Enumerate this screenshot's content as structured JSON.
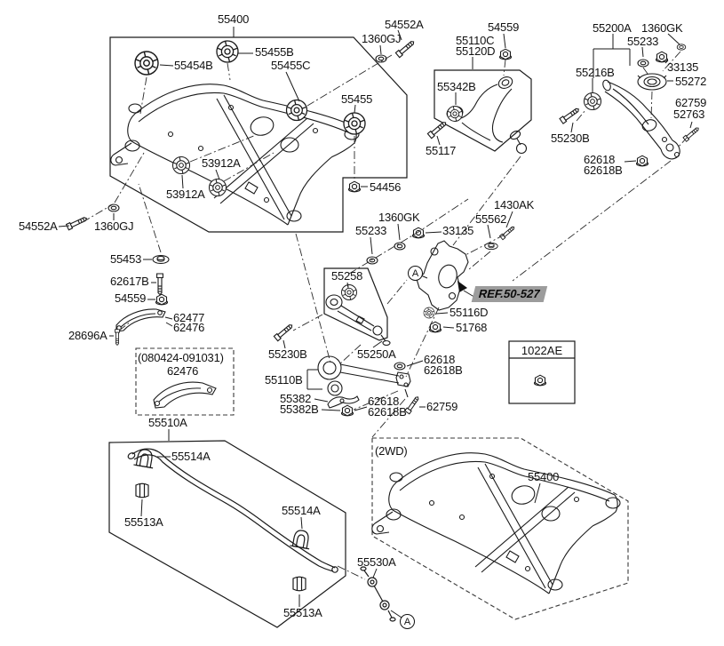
{
  "diagram": {
    "type": "suspension-rear-parts-diagram",
    "colors": {
      "line": "#1a1a1a",
      "background": "#ffffff",
      "ref_highlight": "#9c9c9c"
    },
    "detail_box_code": "1022AE",
    "ref_callout": "REF.50-527",
    "circle_callout": "A",
    "variant_label": "(2WD)",
    "date_range_label": "(080424-091031)"
  },
  "labels": [
    {
      "id": "55400-main",
      "text": "55400"
    },
    {
      "id": "55455B",
      "text": "55455B"
    },
    {
      "id": "55454B",
      "text": "55454B"
    },
    {
      "id": "55455C",
      "text": "55455C"
    },
    {
      "id": "54552A-top",
      "text": "54552A"
    },
    {
      "id": "1360GJ-top",
      "text": "1360GJ"
    },
    {
      "id": "54559-top",
      "text": "54559"
    },
    {
      "id": "55110C",
      "text": "55110C"
    },
    {
      "id": "55120D",
      "text": "55120D"
    },
    {
      "id": "55342B",
      "text": "55342B"
    },
    {
      "id": "55117",
      "text": "55117"
    },
    {
      "id": "55200A",
      "text": "55200A"
    },
    {
      "id": "1360GK-top",
      "text": "1360GK"
    },
    {
      "id": "55233-top",
      "text": "55233"
    },
    {
      "id": "33135-top",
      "text": "33135"
    },
    {
      "id": "55216B",
      "text": "55216B"
    },
    {
      "id": "55272",
      "text": "55272"
    },
    {
      "id": "62759-right",
      "text": "62759"
    },
    {
      "id": "52763",
      "text": "52763"
    },
    {
      "id": "55230B-right",
      "text": "55230B"
    },
    {
      "id": "62618-right",
      "text": "62618"
    },
    {
      "id": "62618B-right",
      "text": "62618B"
    },
    {
      "id": "55455",
      "text": "55455"
    },
    {
      "id": "53912A-1",
      "text": "53912A"
    },
    {
      "id": "53912A-2",
      "text": "53912A"
    },
    {
      "id": "54456",
      "text": "54456"
    },
    {
      "id": "54552A-left",
      "text": "54552A"
    },
    {
      "id": "1360GJ-left",
      "text": "1360GJ"
    },
    {
      "id": "55453",
      "text": "55453"
    },
    {
      "id": "62617B",
      "text": "62617B"
    },
    {
      "id": "54559-left",
      "text": "54559"
    },
    {
      "id": "62477",
      "text": "62477"
    },
    {
      "id": "62476",
      "text": "62476"
    },
    {
      "id": "28696A",
      "text": "28696A"
    },
    {
      "id": "date-range",
      "text": "(080424-091031)"
    },
    {
      "id": "62476-box",
      "text": "62476"
    },
    {
      "id": "1430AK",
      "text": "1430AK"
    },
    {
      "id": "55562",
      "text": "55562"
    },
    {
      "id": "1360GK-mid",
      "text": "1360GK"
    },
    {
      "id": "55233-mid",
      "text": "55233"
    },
    {
      "id": "33135-mid",
      "text": "33135"
    },
    {
      "id": "55258",
      "text": "55258"
    },
    {
      "id": "55116D",
      "text": "55116D"
    },
    {
      "id": "51768",
      "text": "51768"
    },
    {
      "id": "55230B-mid",
      "text": "55230B"
    },
    {
      "id": "55250A",
      "text": "55250A"
    },
    {
      "id": "62618-a",
      "text": "62618"
    },
    {
      "id": "62618B-a",
      "text": "62618B"
    },
    {
      "id": "55110B",
      "text": "55110B"
    },
    {
      "id": "55382",
      "text": "55382"
    },
    {
      "id": "55382B",
      "text": "55382B"
    },
    {
      "id": "62618-b",
      "text": "62618"
    },
    {
      "id": "62618B-b",
      "text": "62618B"
    },
    {
      "id": "62759-b",
      "text": "62759"
    },
    {
      "id": "1022AE",
      "text": "1022AE"
    },
    {
      "id": "55510A",
      "text": "55510A"
    },
    {
      "id": "55514A-left",
      "text": "55514A"
    },
    {
      "id": "55513A-left",
      "text": "55513A"
    },
    {
      "id": "55514A-right",
      "text": "55514A"
    },
    {
      "id": "55513A-bottom",
      "text": "55513A"
    },
    {
      "id": "2wd",
      "text": "(2WD)"
    },
    {
      "id": "55400-2wd",
      "text": "55400"
    },
    {
      "id": "55530A",
      "text": "55530A"
    },
    {
      "id": "ref-50-527",
      "text": "REF.50-527"
    },
    {
      "id": "callout-a-top",
      "text": "A"
    },
    {
      "id": "callout-a-bottom",
      "text": "A"
    }
  ]
}
